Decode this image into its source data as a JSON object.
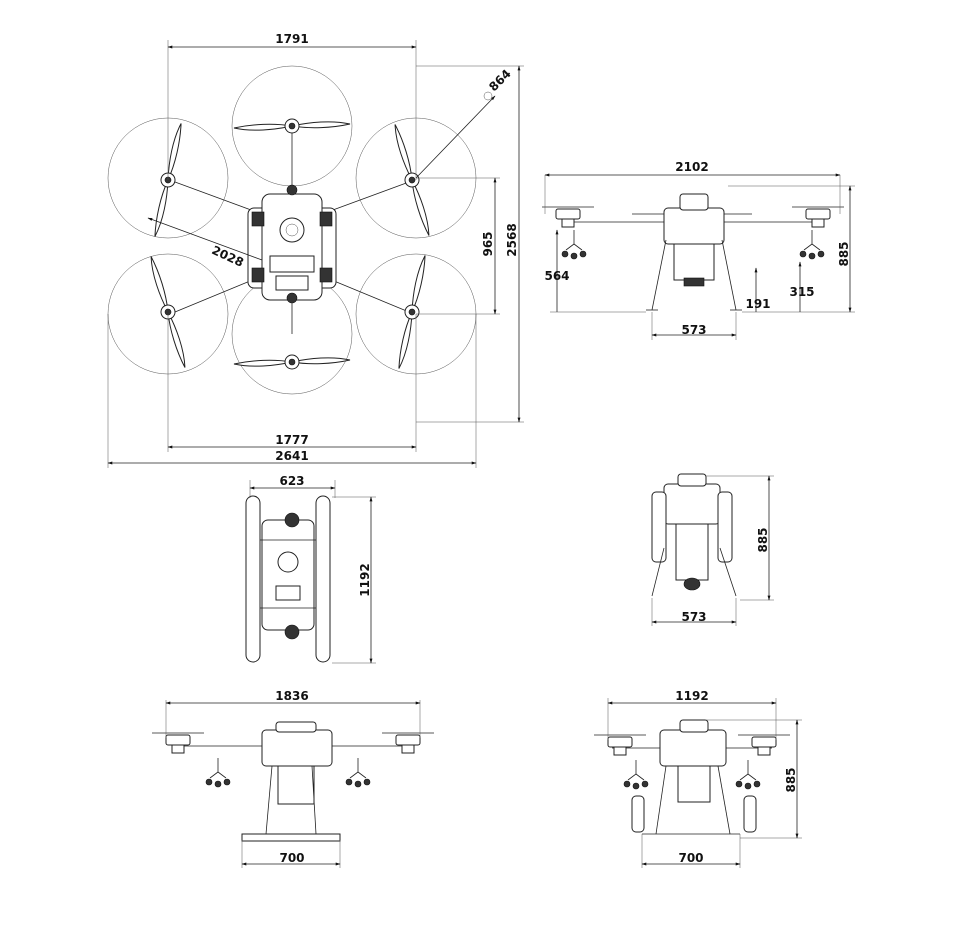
{
  "top_view": {
    "width_top": "1791",
    "prop_diameter": "864",
    "diagonal": "2028",
    "half_height": "965",
    "height_total": "2568",
    "width_bottom": "1777",
    "width_total": "2641"
  },
  "front_view": {
    "width": "2102",
    "height": "885",
    "sprayer_height": "564",
    "ground_clearance": "191",
    "nozzle_height": "315",
    "leg_spacing": "573"
  },
  "folded_top_view": {
    "width": "623",
    "length": "1192"
  },
  "folded_front_view": {
    "height": "885",
    "leg_spacing": "573"
  },
  "side_view": {
    "width": "1836",
    "skid_width": "700"
  },
  "folded_side_view": {
    "width": "1192",
    "height": "885",
    "skid_width": "700"
  }
}
